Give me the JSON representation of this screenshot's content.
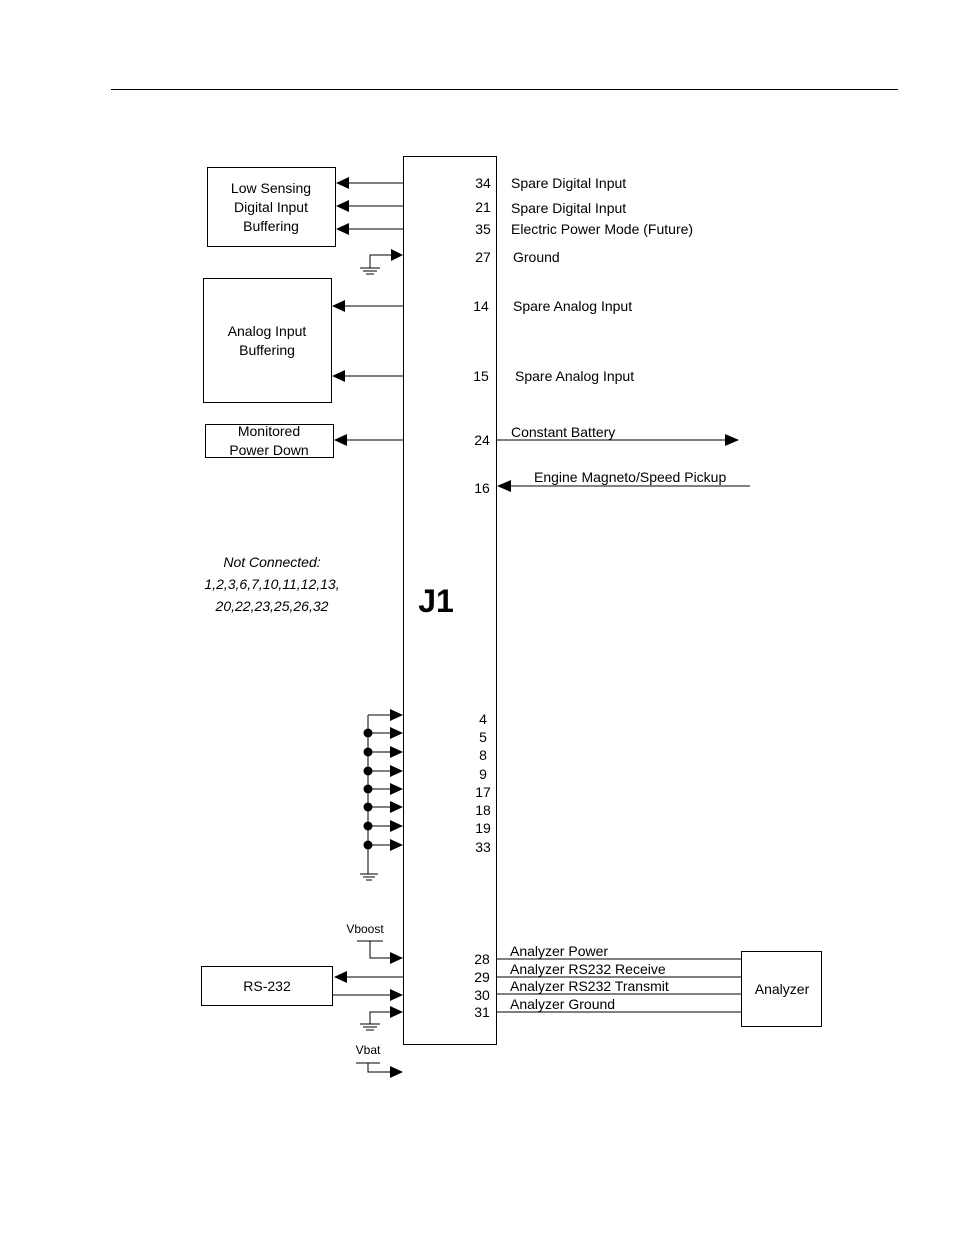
{
  "connector": {
    "name": "J1"
  },
  "left_blocks": {
    "low_sensing": [
      "Low Sensing",
      "Digital Input",
      "Buffering"
    ],
    "analog_buffering": [
      "Analog Input",
      "Buffering"
    ],
    "monitored_power_down": [
      "Monitored",
      "Power Down"
    ],
    "rs232": "RS-232",
    "analyzer": "Analyzer"
  },
  "pins_right": [
    {
      "pin": "34",
      "label": "Spare Digital Input"
    },
    {
      "pin": "21",
      "label": "Spare Digital Input"
    },
    {
      "pin": "35",
      "label": "Electric Power Mode (Future)"
    },
    {
      "pin": "27",
      "label": "Ground"
    },
    {
      "pin": "14",
      "label": "Spare Analog Input"
    },
    {
      "pin": "15",
      "label": "Spare Analog Input"
    },
    {
      "pin": "24",
      "label": "Constant Battery"
    },
    {
      "pin": "16",
      "label": "Engine Magneto/Speed Pickup"
    }
  ],
  "not_connected": {
    "heading": "Not Connected:",
    "line1": "1,2,3,6,7,10,11,12,13,",
    "line2": "20,22,23,25,26,32"
  },
  "grounded_pins": [
    "4",
    "5",
    "8",
    "9",
    "17",
    "18",
    "19",
    "33"
  ],
  "analyzer_pins": [
    {
      "pin": "28",
      "label": "Analyzer Power"
    },
    {
      "pin": "29",
      "label": "Analyzer RS232 Receive"
    },
    {
      "pin": "30",
      "label": "Analyzer RS232 Transmit"
    },
    {
      "pin": "31",
      "label": "Analyzer Ground"
    }
  ],
  "supplies": {
    "vboost": "Vboost",
    "vbat": "Vbat"
  }
}
